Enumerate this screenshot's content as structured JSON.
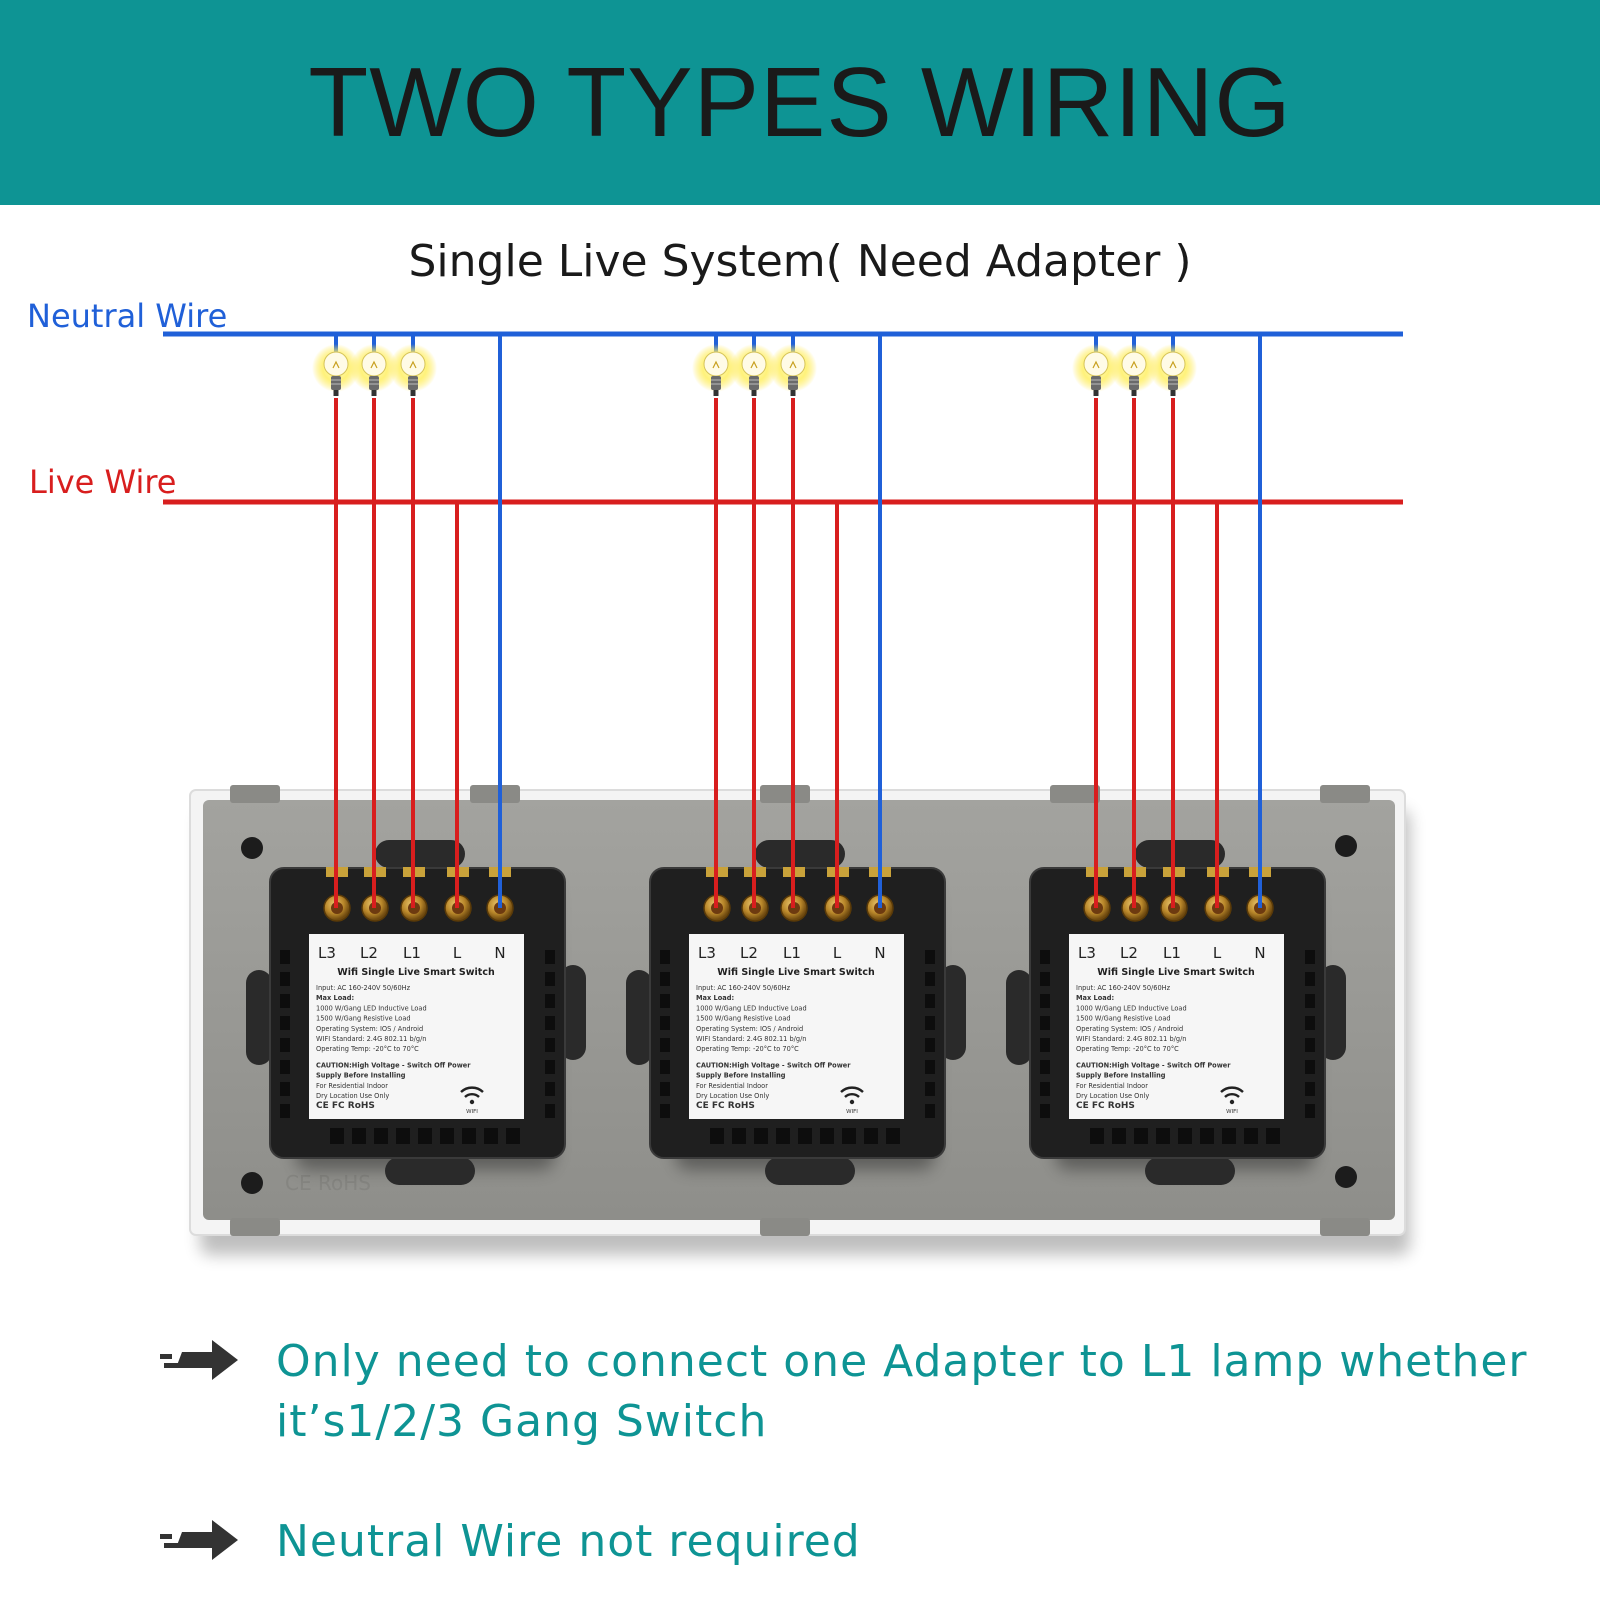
{
  "header": {
    "title": "TWO TYPES WIRING"
  },
  "subtitle": "Single Live System( Need Adapter )",
  "wires": {
    "neutral_label": "Neutral Wire",
    "live_label": "Live Wire",
    "neutral_color": "#2060d8",
    "live_color": "#d81e1e"
  },
  "terminals": [
    "L3",
    "L2",
    "L1",
    "L",
    "N"
  ],
  "switch_label": {
    "title": "Wifi Single Live Smart Switch",
    "lines": [
      "Input: AC 160-240V 50/60Hz",
      "Max Load:",
      "1000 W/Gang LED Inductive Load",
      "1500 W/Gang Resistive Load",
      "Operating System: IOS / Android",
      "WIFI Standard: 2.4G 802.11 b/g/n",
      "Operating Temp: -20°C to 70°C",
      "CAUTION:High Voltage - Switch Off Power",
      "Supply Before Installing",
      "For Residential Indoor",
      "Dry Location Use Only"
    ],
    "certs": "CE FC RoHS",
    "wifi_text": "WIFI"
  },
  "plate_mark": "CE RoHS",
  "notes": [
    {
      "icon": "arrow-right-icon",
      "text": "Only need to connect one Adapter to L1 lamp whether it’s1/2/3 Gang Switch"
    },
    {
      "icon": "arrow-right-icon",
      "text": "Neutral Wire not required"
    }
  ]
}
